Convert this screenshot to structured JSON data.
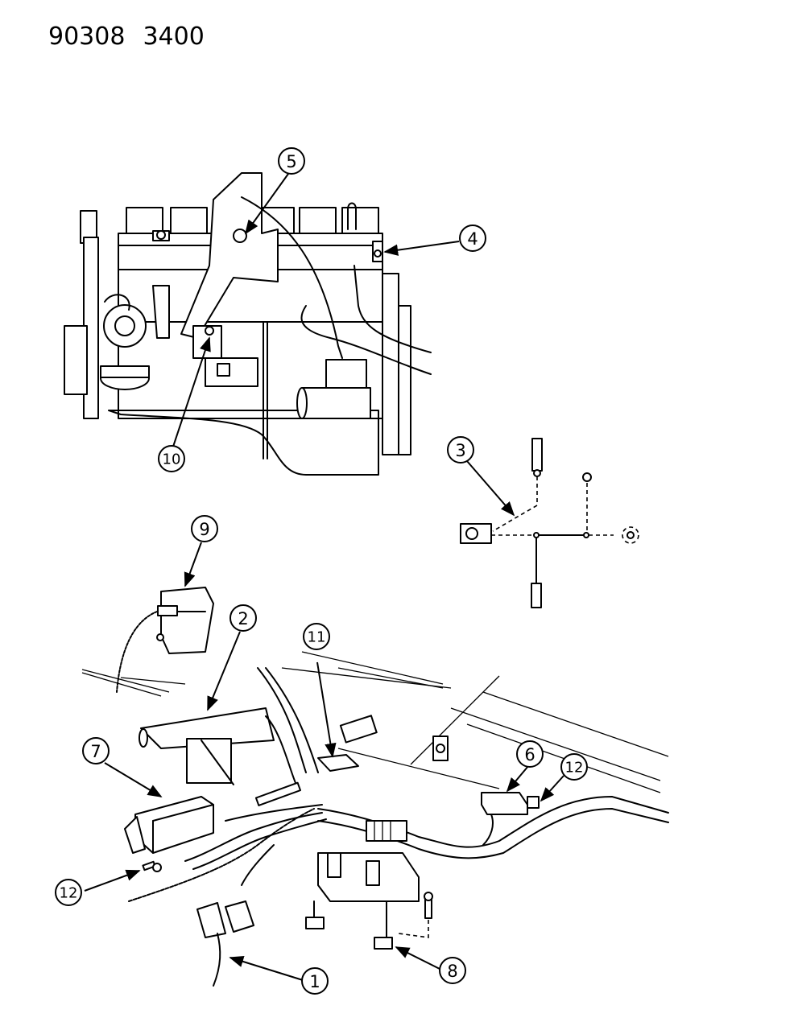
{
  "header": {
    "figure_number": "90308",
    "group_number": "3400"
  },
  "diagram": {
    "type": "exploded parts illustration",
    "views": [
      "engine side view",
      "wiring schematic inset",
      "harness and module installation"
    ],
    "callouts": [
      {
        "id": "1",
        "label": "1"
      },
      {
        "id": "2",
        "label": "2"
      },
      {
        "id": "3",
        "label": "3"
      },
      {
        "id": "4",
        "label": "4"
      },
      {
        "id": "5",
        "label": "5"
      },
      {
        "id": "6",
        "label": "6"
      },
      {
        "id": "7",
        "label": "7"
      },
      {
        "id": "8",
        "label": "8"
      },
      {
        "id": "9",
        "label": "9"
      },
      {
        "id": "10",
        "label": "10"
      },
      {
        "id": "11",
        "label": "11"
      },
      {
        "id": "12a",
        "label": "12"
      },
      {
        "id": "12b",
        "label": "12"
      }
    ]
  }
}
